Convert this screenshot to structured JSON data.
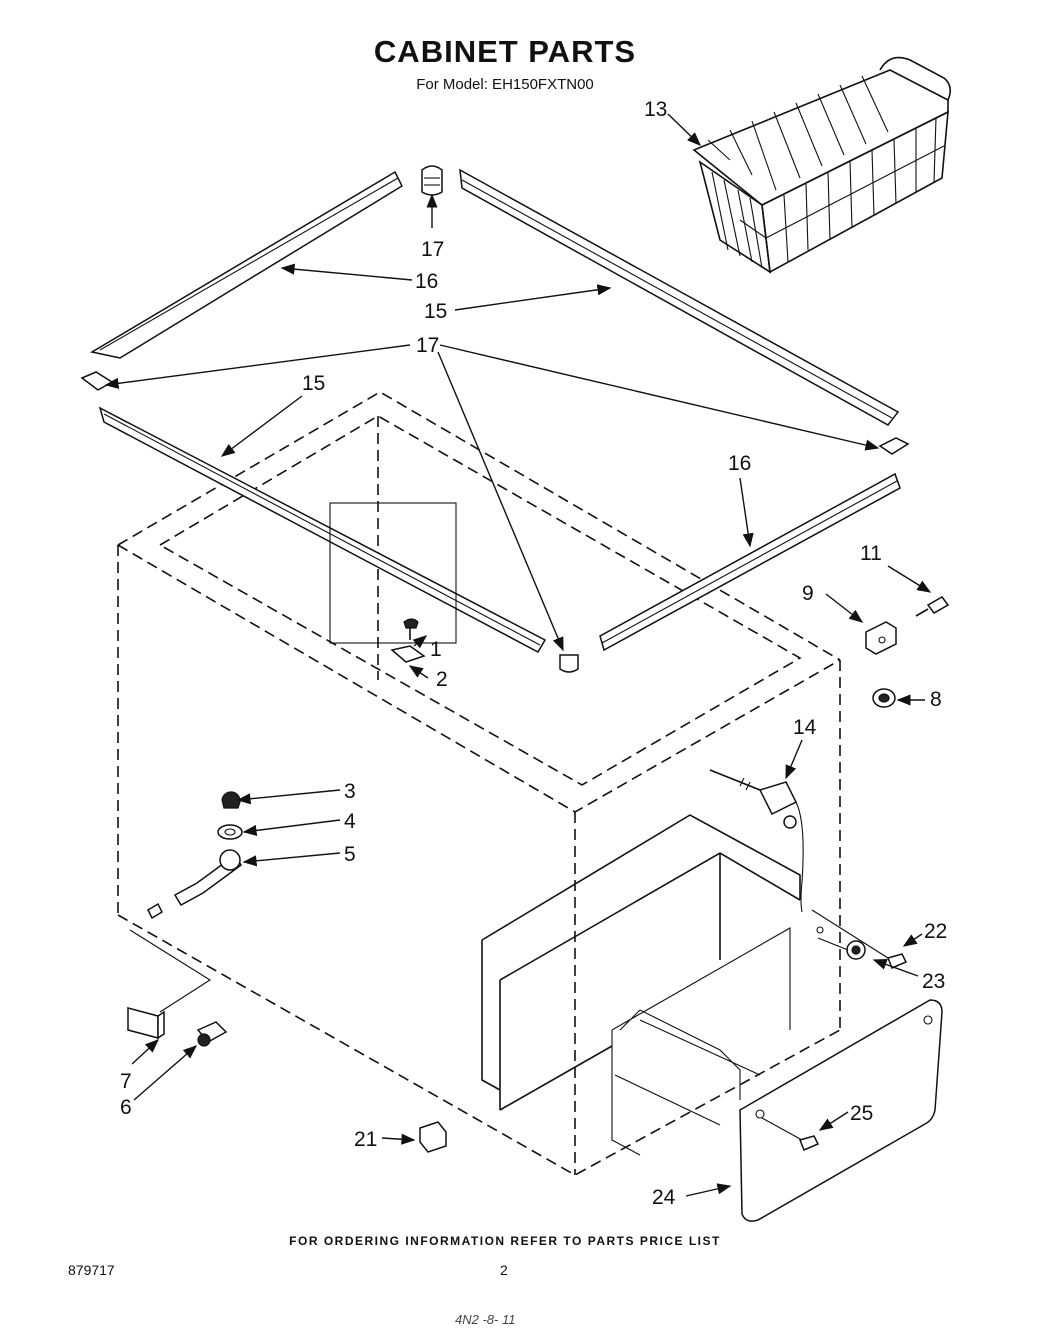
{
  "header": {
    "title": "CABINET PARTS",
    "subtitle": "For Model: EH150FXTN00"
  },
  "footer": {
    "ordering_note": "FOR ORDERING INFORMATION REFER TO PARTS PRICE LIST",
    "document_number": "879717",
    "page_number": "2",
    "handwritten_mark": "4N2 -8- 11"
  },
  "callouts": {
    "c1": "1",
    "c2": "2",
    "c3": "3",
    "c4": "4",
    "c5": "5",
    "c6": "6",
    "c7": "7",
    "c8": "8",
    "c9": "9",
    "c11": "11",
    "c13": "13",
    "c14": "14",
    "c15a": "15",
    "c15b": "15",
    "c16a": "16",
    "c16b": "16",
    "c17a": "17",
    "c17b": "17",
    "c21": "21",
    "c22": "22",
    "c23": "23",
    "c24": "24",
    "c25": "25"
  }
}
